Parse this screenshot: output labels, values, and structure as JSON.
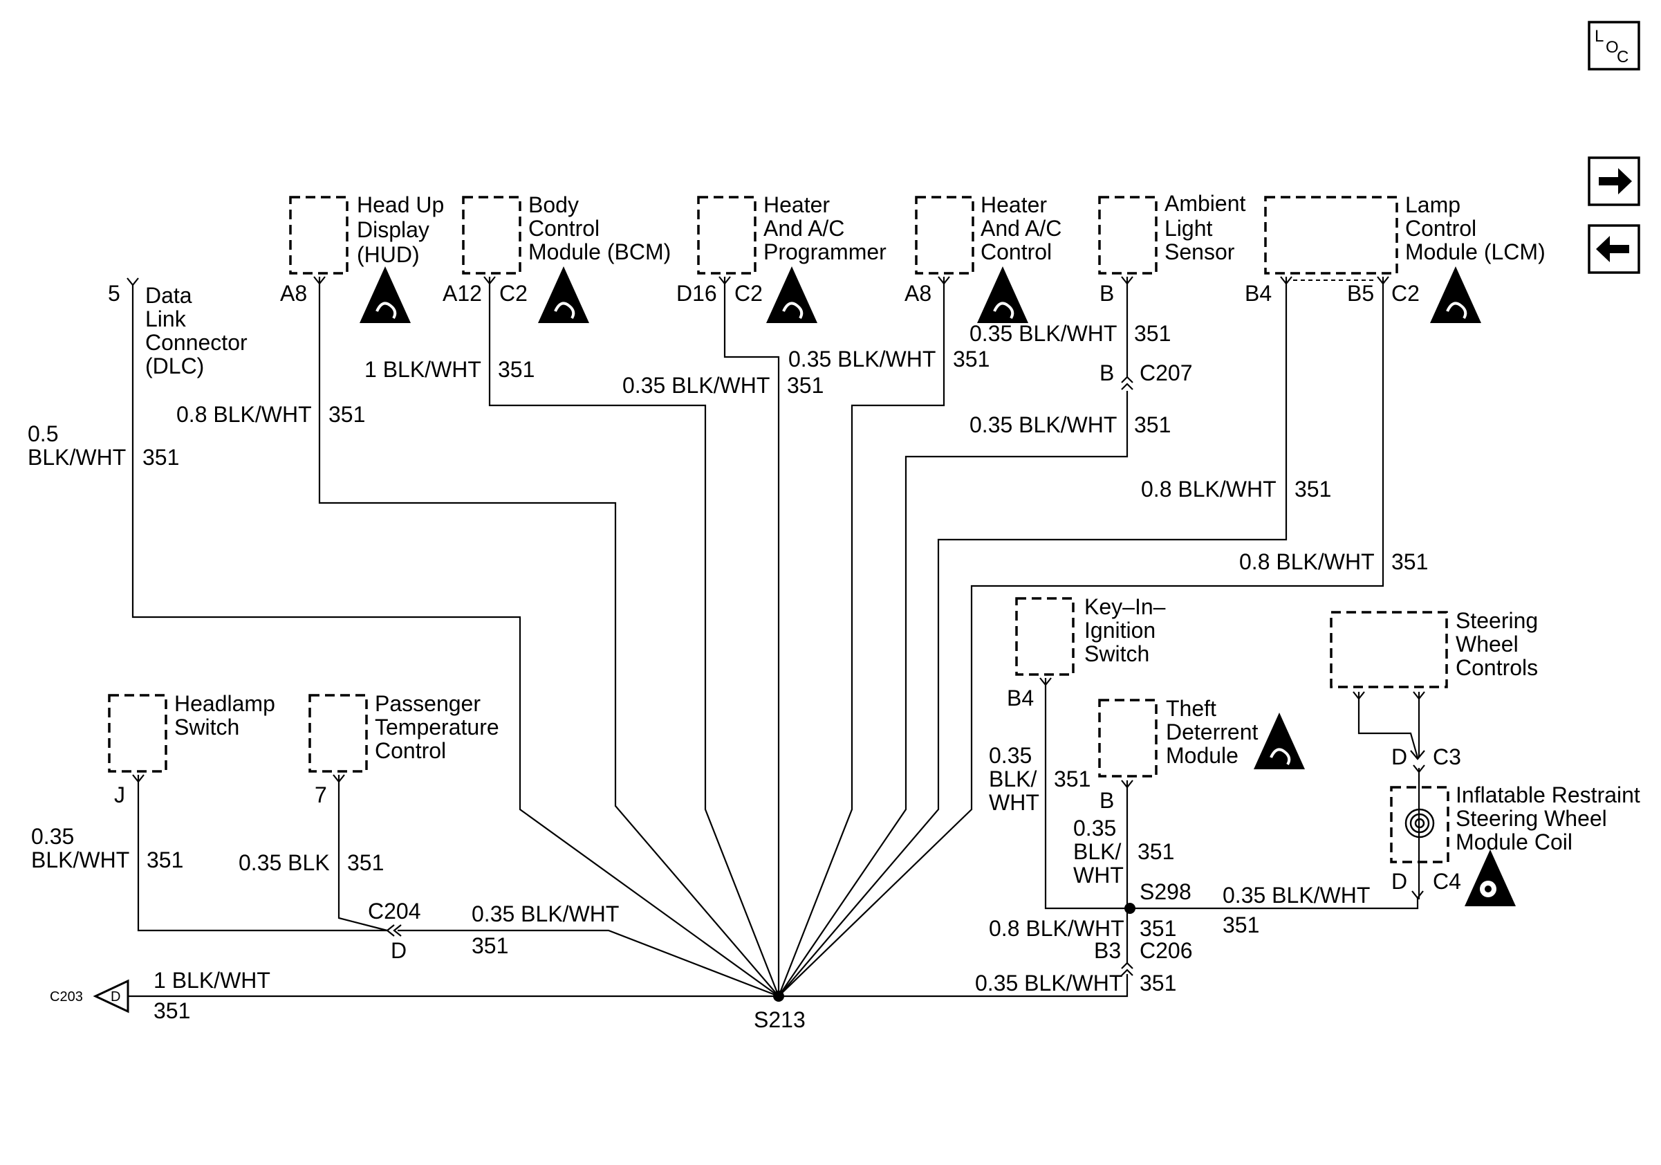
{
  "nav": {
    "loc_l": "L",
    "loc_o": "O",
    "loc_c": "C"
  },
  "components": {
    "hud": [
      "Head Up",
      "Display",
      "(HUD)"
    ],
    "bcm": [
      "Body",
      "Control",
      "Module (BCM)"
    ],
    "hvac_programmer": [
      "Heater",
      "And A/C",
      "Programmer"
    ],
    "hvac_control": [
      "Heater",
      "And A/C",
      "Control"
    ],
    "ambient": [
      "Ambient",
      "Light",
      "Sensor"
    ],
    "lcm": [
      "Lamp",
      "Control",
      "Module (LCM)"
    ],
    "dlc": [
      "Data",
      "Link",
      "Connector",
      "(DLC)"
    ],
    "key_in": [
      "Key–In–",
      "Ignition",
      "Switch"
    ],
    "steering_controls": [
      "Steering",
      "Wheel",
      "Controls"
    ],
    "theft": [
      "Theft",
      "Deterrent",
      "Module"
    ],
    "headlamp": [
      "Headlamp",
      "Switch"
    ],
    "ptc": [
      "Passenger",
      "Temperature",
      "Control"
    ],
    "coil": [
      "Inflatable Restraint",
      "Steering Wheel",
      "Module Coil"
    ]
  },
  "pins": {
    "hud": "A8",
    "bcm": "A12",
    "bcm_conn": "C2",
    "hvac_prog": "D16",
    "hvac_prog_conn": "C2",
    "hvac_ctrl": "A8",
    "ambient": "B",
    "lcm_b4": "B4",
    "lcm_b5": "B5",
    "lcm_conn": "C2",
    "dlc": "5",
    "key_in": "B4",
    "theft": "B",
    "sw_controls": "D",
    "sw_controls_conn": "C3",
    "coil": "D",
    "coil_conn": "C4",
    "headlamp": "J",
    "ptc": "7",
    "c207_pin": "B",
    "c207": "C207",
    "c204": "C204",
    "c204_pin": "D",
    "c206_pin": "B3",
    "c206": "C206",
    "c203": "C203",
    "c203_pin": "D",
    "s213": "S213",
    "s298": "S298"
  },
  "wires": {
    "hud_size": "0.8 BLK/WHT",
    "hud_circuit": "351",
    "bcm_size": "1 BLK/WHT",
    "bcm_circuit": "351",
    "prog_size": "0.35 BLK/WHT",
    "prog_circuit": "351",
    "ctrl_size": "0.35 BLK/WHT",
    "ctrl_circuit": "351",
    "amb_top_size": "0.35 BLK/WHT",
    "amb_top_circuit": "351",
    "amb_bot_size": "0.35 BLK/WHT",
    "amb_bot_circuit": "351",
    "lcm_b4_size": "0.8 BLK/WHT",
    "lcm_b4_circuit": "351",
    "lcm_b5_size": "0.8 BLK/WHT",
    "lcm_b5_circuit": "351",
    "dlc_size_1": "0.5",
    "dlc_size_2": "BLK/WHT",
    "dlc_circuit": "351",
    "key_size_1": "0.35",
    "key_size_2": "BLK/",
    "key_size_3": "WHT",
    "key_circuit": "351",
    "theft_size_1": "0.35",
    "theft_size_2": "BLK/",
    "theft_size_3": "WHT",
    "theft_circuit": "351",
    "coil_size": "0.35 BLK/WHT",
    "coil_circuit": "351",
    "s298_size": "0.8 BLK/WHT",
    "s298_circuit": "351",
    "c206_size": "0.35 BLK/WHT",
    "c206_circuit": "351",
    "headlamp_size_1": "0.35",
    "headlamp_size_2": "BLK/WHT",
    "headlamp_circuit": "351",
    "ptc_size": "0.35 BLK",
    "ptc_circuit": "351",
    "c204_size": "0.35 BLK/WHT",
    "c204_circuit": "351",
    "c203_size": "1 BLK/WHT",
    "c203_circuit": "351"
  }
}
